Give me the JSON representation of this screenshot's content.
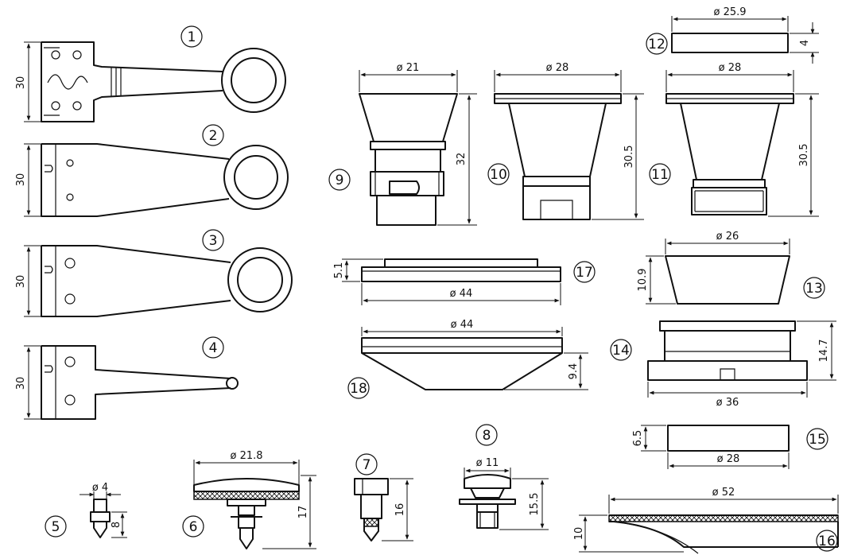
{
  "parts": [
    {
      "id": "1",
      "dims": [
        "30"
      ]
    },
    {
      "id": "2",
      "dims": [
        "30"
      ]
    },
    {
      "id": "3",
      "dims": [
        "30"
      ]
    },
    {
      "id": "4",
      "dims": [
        "30"
      ]
    },
    {
      "id": "5",
      "dims": [
        "ø 4",
        "8"
      ]
    },
    {
      "id": "6",
      "dims": [
        "ø 21.8",
        "17"
      ]
    },
    {
      "id": "7",
      "dims": [
        "16"
      ]
    },
    {
      "id": "8",
      "dims": [
        "ø 11",
        "15.5"
      ]
    },
    {
      "id": "9",
      "dims": [
        "ø 21",
        "32"
      ]
    },
    {
      "id": "10",
      "dims": [
        "ø 28",
        "30.5"
      ]
    },
    {
      "id": "11",
      "dims": [
        "ø 28",
        "30.5"
      ]
    },
    {
      "id": "12",
      "dims": [
        "ø 25.9",
        "4"
      ]
    },
    {
      "id": "13",
      "dims": [
        "ø 26",
        "10.9"
      ]
    },
    {
      "id": "14",
      "dims": [
        "14.7",
        "ø 36"
      ]
    },
    {
      "id": "15",
      "dims": [
        "6.5",
        "ø 28"
      ]
    },
    {
      "id": "16",
      "dims": [
        "ø 52",
        "10"
      ]
    },
    {
      "id": "17",
      "dims": [
        "5.1",
        "ø 44"
      ]
    },
    {
      "id": "18",
      "dims": [
        "ø 44",
        "9.4"
      ]
    }
  ]
}
